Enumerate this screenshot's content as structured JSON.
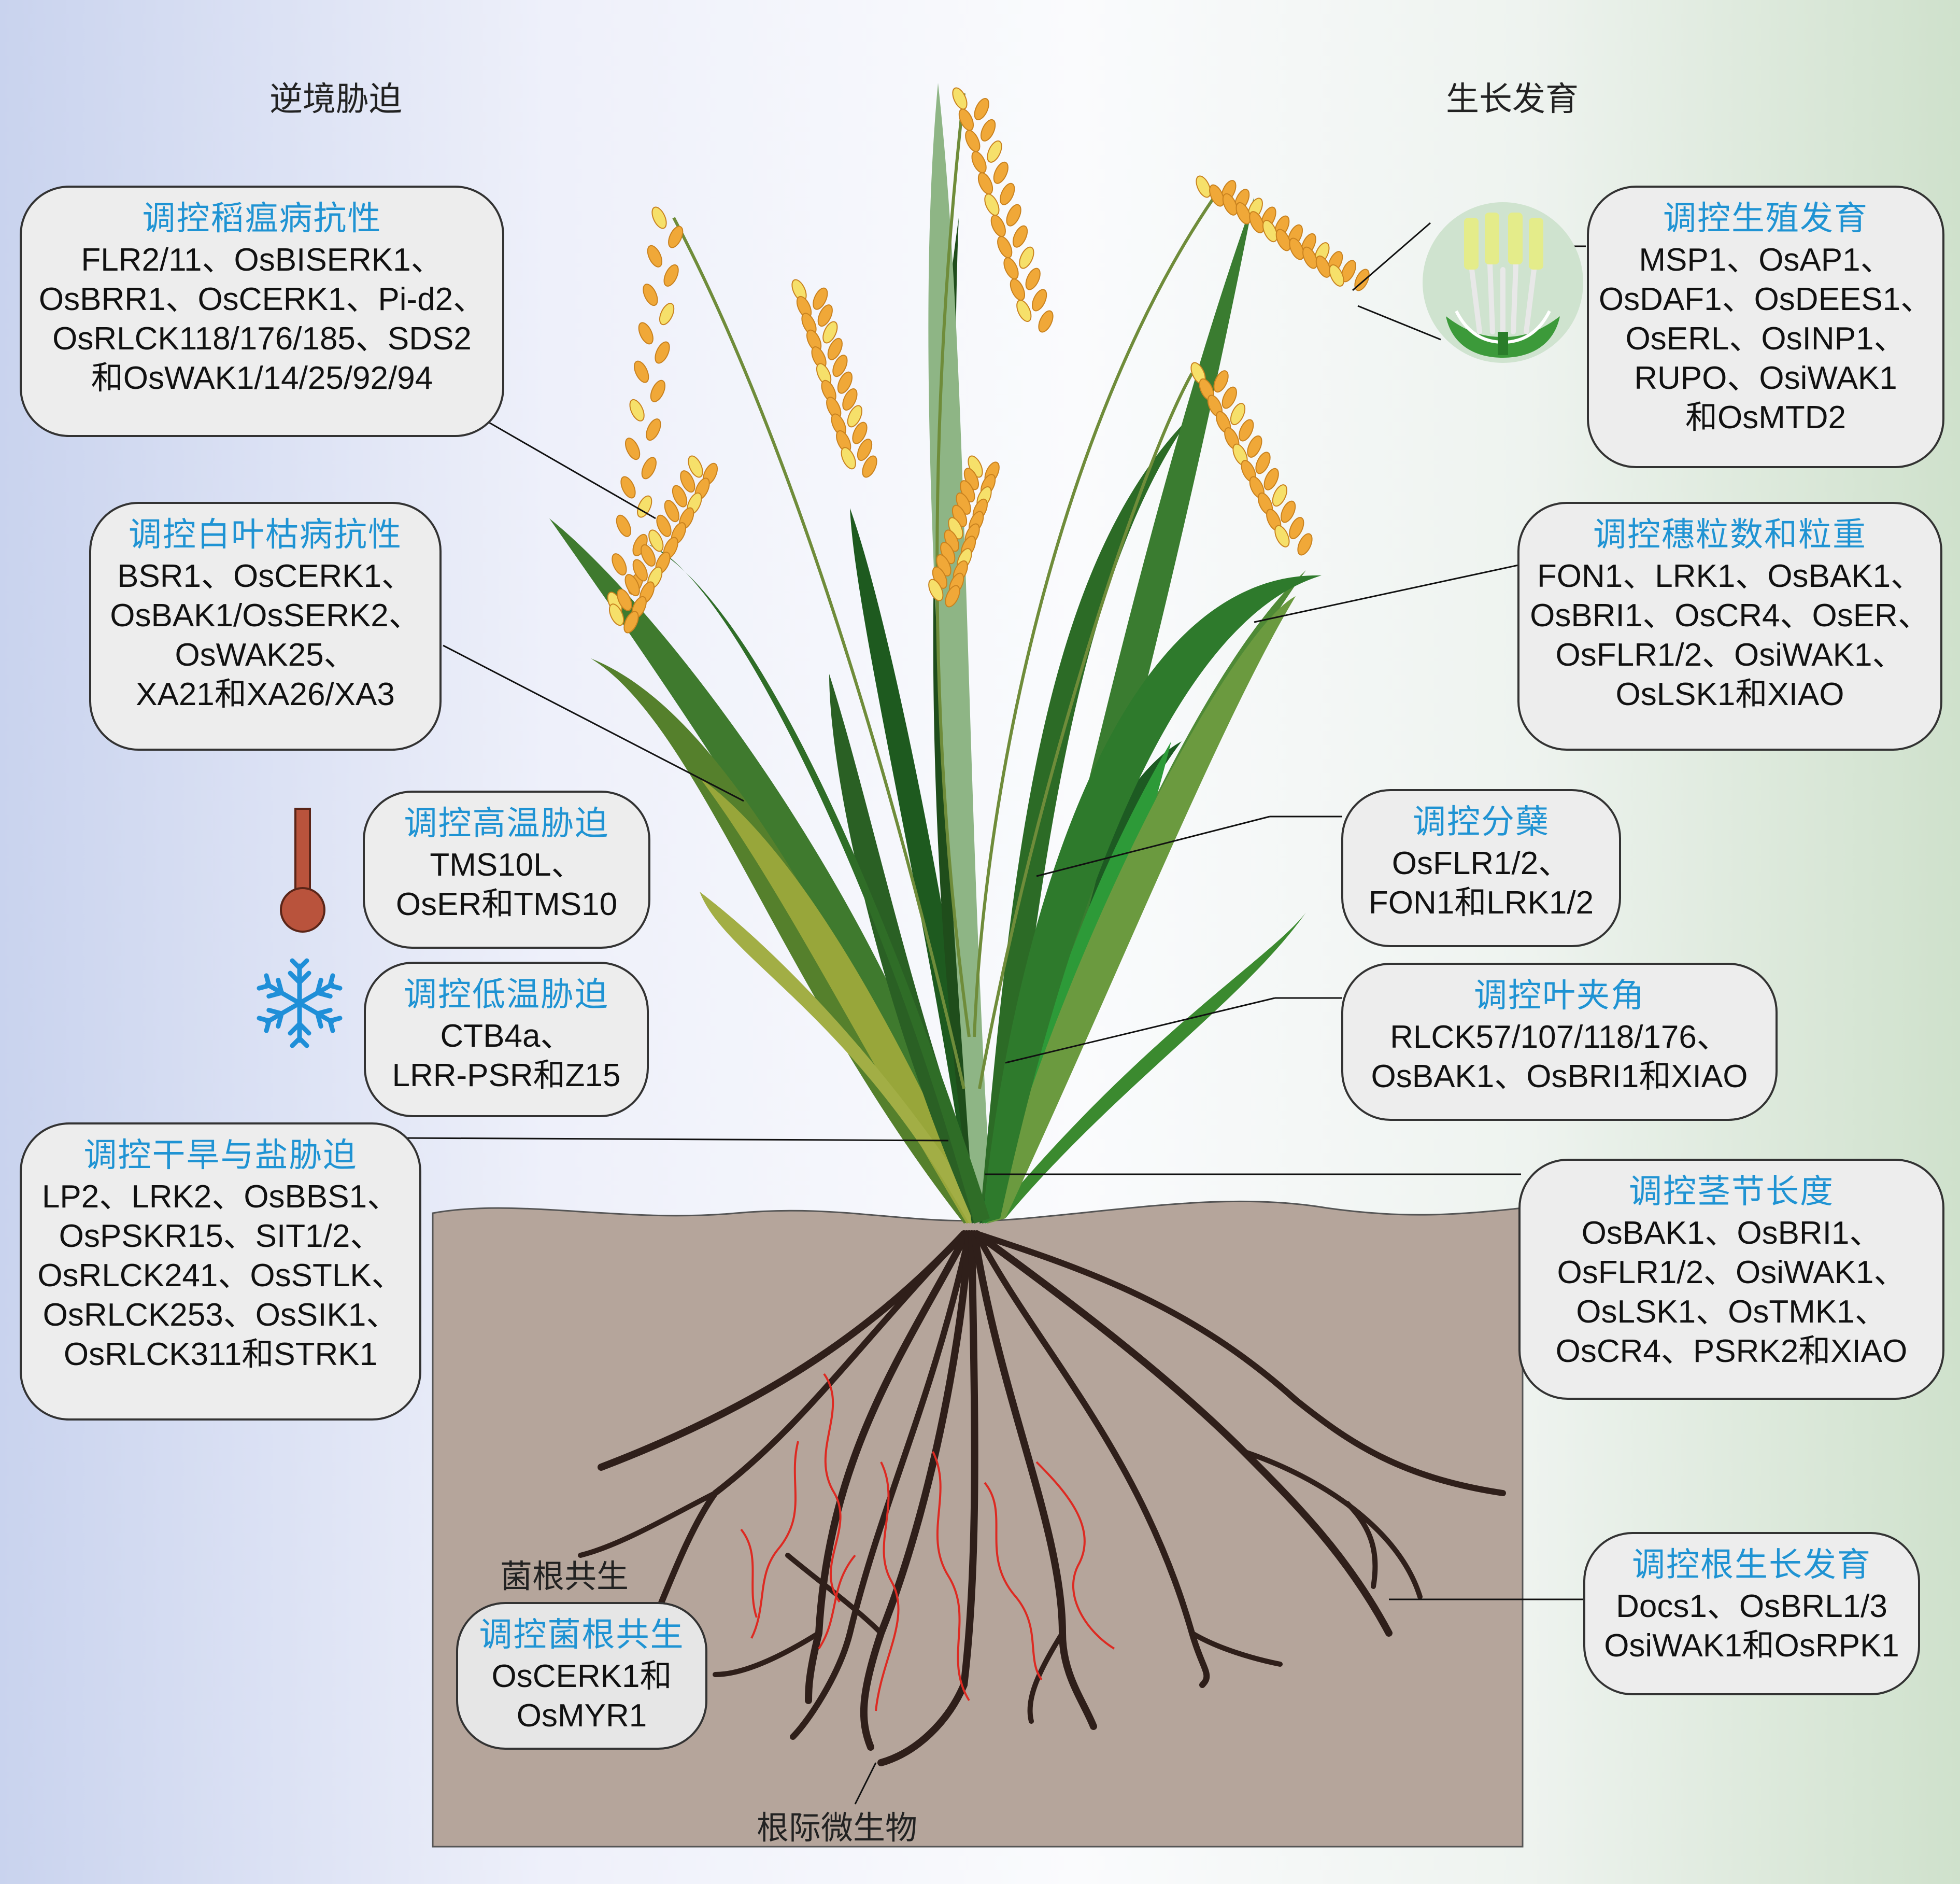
{
  "headers": {
    "left": "逆境胁迫",
    "right": "生长发育"
  },
  "boxes": {
    "blast": {
      "title": "调控稻瘟病抗性",
      "lines": [
        "FLR2/11、OsBISERK1、",
        "OsBRR1、OsCERK1、Pi-d2、",
        "OsRLCK118/176/185、SDS2",
        "和OsWAK1/14/25/92/94"
      ]
    },
    "blight": {
      "title": "调控白叶枯病抗性",
      "lines": [
        "BSR1、OsCERK1、",
        "OsBAK1/OsSERK2、",
        "OsWAK25、",
        "XA21和XA26/XA3"
      ]
    },
    "heat": {
      "title": "调控高温胁迫",
      "lines": [
        "TMS10L、",
        "OsER和TMS10"
      ]
    },
    "cold": {
      "title": "调控低温胁迫",
      "lines": [
        "CTB4a、",
        "LRR-PSR和Z15"
      ]
    },
    "drought": {
      "title": "调控干旱与盐胁迫",
      "lines": [
        "LP2、LRK2、OsBBS1、",
        "OsPSKR15、SIT1/2、",
        "OsRLCK241、OsSTLK、",
        "OsRLCK253、OsSIK1、",
        "OsRLCK311和STRK1"
      ]
    },
    "myco": {
      "title": "调控菌根共生",
      "lines": [
        "OsCERK1和",
        "OsMYR1"
      ]
    },
    "repro": {
      "title": "调控生殖发育",
      "lines": [
        "MSP1、OsAP1、",
        "OsDAF1、OsDEES1、",
        "OsERL、OsINP1、",
        "RUPO、OsiWAK1",
        "和OsMTD2"
      ]
    },
    "grain": {
      "title": "调控穗粒数和粒重",
      "lines": [
        "FON1、LRK1、OsBAK1、",
        "OsBRI1、OsCR4、OsER、",
        "OsFLR1/2、OsiWAK1、",
        "OsLSK1和XIAO"
      ]
    },
    "tiller": {
      "title": "调控分蘖",
      "lines": [
        "OsFLR1/2、",
        "FON1和LRK1/2"
      ]
    },
    "angle": {
      "title": "调控叶夹角",
      "lines": [
        "RLCK57/107/118/176、",
        "OsBAK1、OsBRI1和XIAO"
      ]
    },
    "internode": {
      "title": "调控茎节长度",
      "lines": [
        "OsBAK1、OsBRI1、",
        "OsFLR1/2、OsiWAK1、",
        "OsLSK1、OsTMK1、",
        "OsCR4、PSRK2和XIAO"
      ]
    },
    "root": {
      "title": "调控根生长发育",
      "lines": [
        "Docs1、OsBRL1/3",
        "OsiWAK1和OsRPK1"
      ]
    }
  },
  "soil_labels": {
    "mycorrhiza": "菌根共生",
    "rhizosphere": "根际微生物"
  },
  "icons": {
    "heat": "thermometer-icon",
    "cold": "snowflake-icon",
    "flower": "rice-flower-icon"
  },
  "colors": {
    "title_blue": "#1f93d3",
    "soil": "#b5a59b",
    "root": "#2f1f1a",
    "microbe": "#dd2a22",
    "grain": "#f0a838",
    "leaf": "#2e6e2a",
    "thermometer": "#b9533c",
    "snowflake": "#1f8fd8"
  }
}
